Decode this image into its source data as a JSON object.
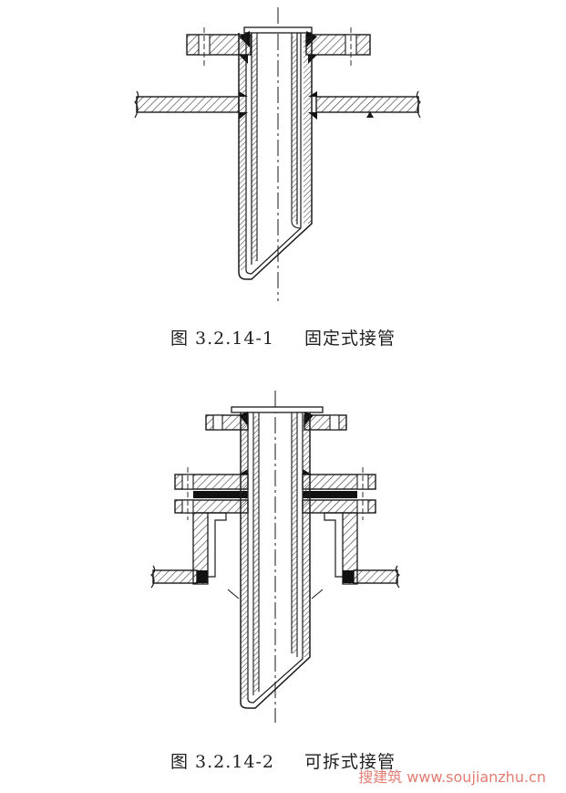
{
  "figures": [
    {
      "number": "图 3.2.14-1",
      "title": "固定式接管"
    },
    {
      "number": "图 3.2.14-2",
      "title": "可拆式接管"
    }
  ],
  "watermark": {
    "text": "搜建筑 www.soujianzhu.cn"
  },
  "colors": {
    "line": "#1a1a1a",
    "hatch": "#333333",
    "weld": "#111111",
    "watermark": "#e0665a"
  }
}
